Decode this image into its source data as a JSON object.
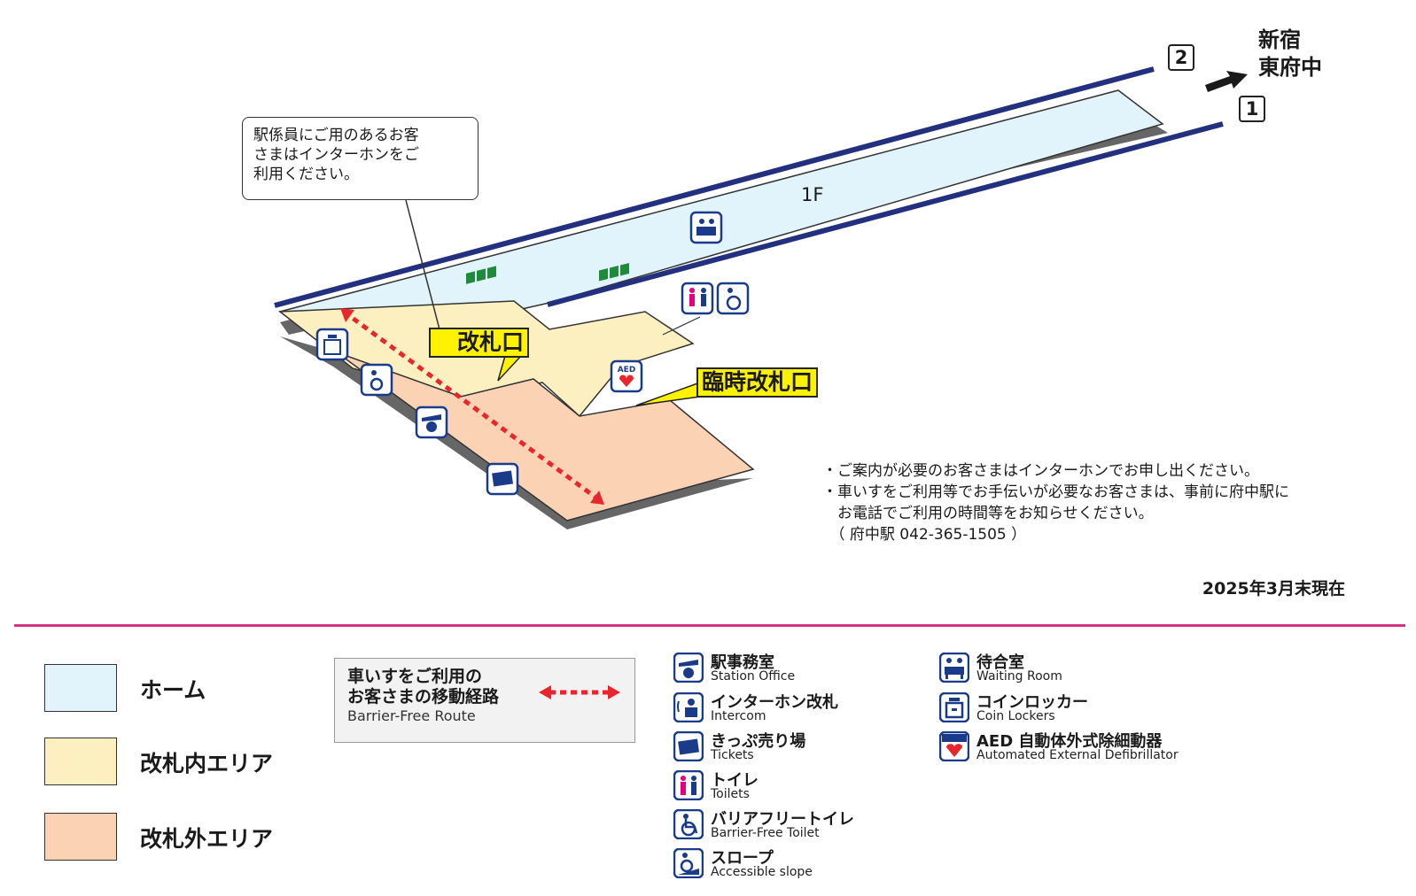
{
  "map": {
    "floor_label": "1F",
    "callout": [
      "駅係員にご用のあるお客",
      "さまはインターホンをご",
      "利用ください。"
    ],
    "gate_main": "改札口",
    "gate_temp": "臨時改札口",
    "track_2": "2",
    "track_1": "1",
    "destination": [
      "新宿",
      "東府中"
    ],
    "aed_text": "AED"
  },
  "notes": [
    "・ご案内が必要のお客さまはインターホンでお申し出ください。",
    "・車いすをご利用等でお手伝いが必要なお客さまは、事前に府中駅に",
    "　お電話でご利用の時間等をお知らせください。",
    "　（ 府中駅 042-365-1505 ）"
  ],
  "as_of": "2025年3月末現在",
  "legend": {
    "areas": [
      {
        "label": "ホーム",
        "color": "#e1f3fb"
      },
      {
        "label": "改札内エリア",
        "color": "#fdf0c0"
      },
      {
        "label": "改札外エリア",
        "color": "#fbd2b4"
      }
    ],
    "route": {
      "jp_line1": "車いすをご利用の",
      "jp_line2": "お客さまの移動経路",
      "en": "Barrier-Free Route"
    },
    "facilities": [
      {
        "icon": "station-office-icon",
        "jp": "駅事務室",
        "en": "Station Office"
      },
      {
        "icon": "intercom-icon",
        "jp": "インターホン改札",
        "en": "Intercom"
      },
      {
        "icon": "ticket-icon",
        "jp": "きっぷ売り場",
        "en": "Tickets"
      },
      {
        "icon": "toilet-icon",
        "jp": "トイレ",
        "en": "Toilets"
      },
      {
        "icon": "barrier-free-toilet-icon",
        "jp": "バリアフリートイレ",
        "en": "Barrier-Free Toilet"
      },
      {
        "icon": "slope-icon",
        "jp": "スロープ",
        "en": "Accessible slope"
      },
      {
        "icon": "waiting-room-icon",
        "jp": "待合室",
        "en": "Waiting Room"
      },
      {
        "icon": "coin-locker-icon",
        "jp": "コインロッカー",
        "en": "Coin Lockers"
      },
      {
        "icon": "aed-icon",
        "jp": "AED 自動体外式除細動器",
        "en": "Automated External Defibrillator"
      }
    ]
  },
  "colors": {
    "platform": "#e1f3fb",
    "inside_gate": "#fdf0c0",
    "outside_gate": "#fbd2b4",
    "track": "#22307f",
    "route": "#e8262b",
    "gate": "#1f8a3c",
    "icon_blue": "#1a3a8a",
    "divider": "#d4318a",
    "tag": "#fff200"
  }
}
